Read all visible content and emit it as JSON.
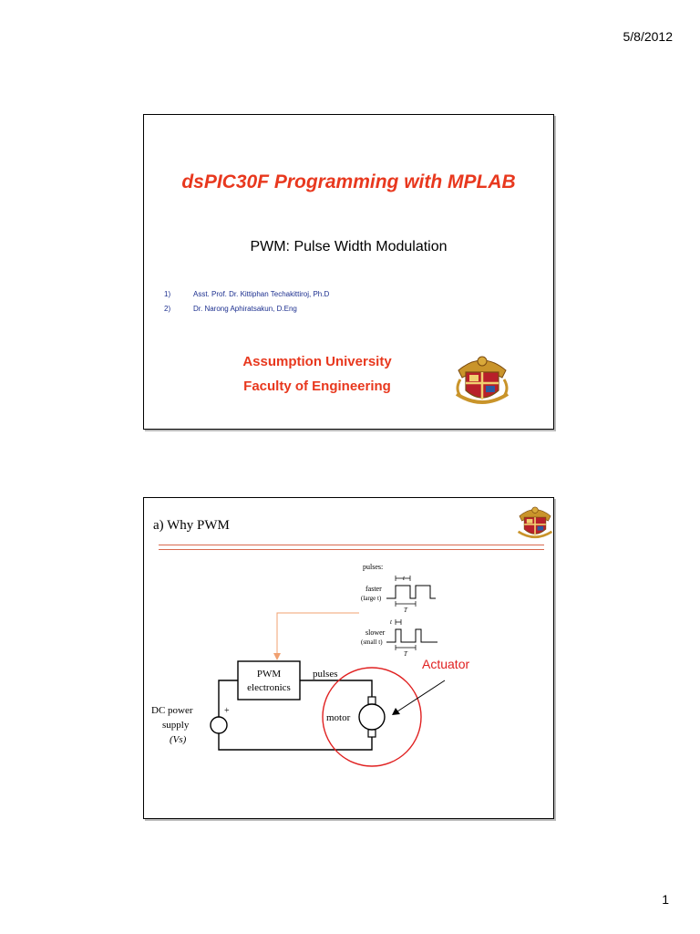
{
  "header": {
    "date": "5/8/2012"
  },
  "footer": {
    "page_number": "1"
  },
  "slide1": {
    "title": "dsPIC30F Programming with MPLAB",
    "subtitle": "PWM: Pulse Width Modulation",
    "authors": [
      {
        "num": "1)",
        "name": "Asst. Prof. Dr. Kittiphan Techakittiroj, Ph.D"
      },
      {
        "num": "2)",
        "name": "Dr. Narong Aphiratsakun, D.Eng"
      }
    ],
    "university": "Assumption University",
    "faculty": "Faculty of Engineering",
    "accent_color": "#e8381e",
    "author_color": "#1c2f8f"
  },
  "slide2": {
    "title": "a) Why PWM",
    "diagram": {
      "pulses_label": "pulses:",
      "t_label": "t",
      "T_label": "T",
      "faster_label": "faster",
      "faster_sub": "(large t)",
      "slower_label": "slower",
      "slower_sub": "(small t)",
      "pwm_line1": "PWM",
      "pwm_line2": "electronics",
      "pulses_wire_label": "pulses",
      "plus_label": "+",
      "dc_line1": "DC power",
      "dc_line2": "supply",
      "dc_line3": "(Vs)",
      "motor_label": "motor",
      "actuator_label": "Actuator"
    }
  }
}
